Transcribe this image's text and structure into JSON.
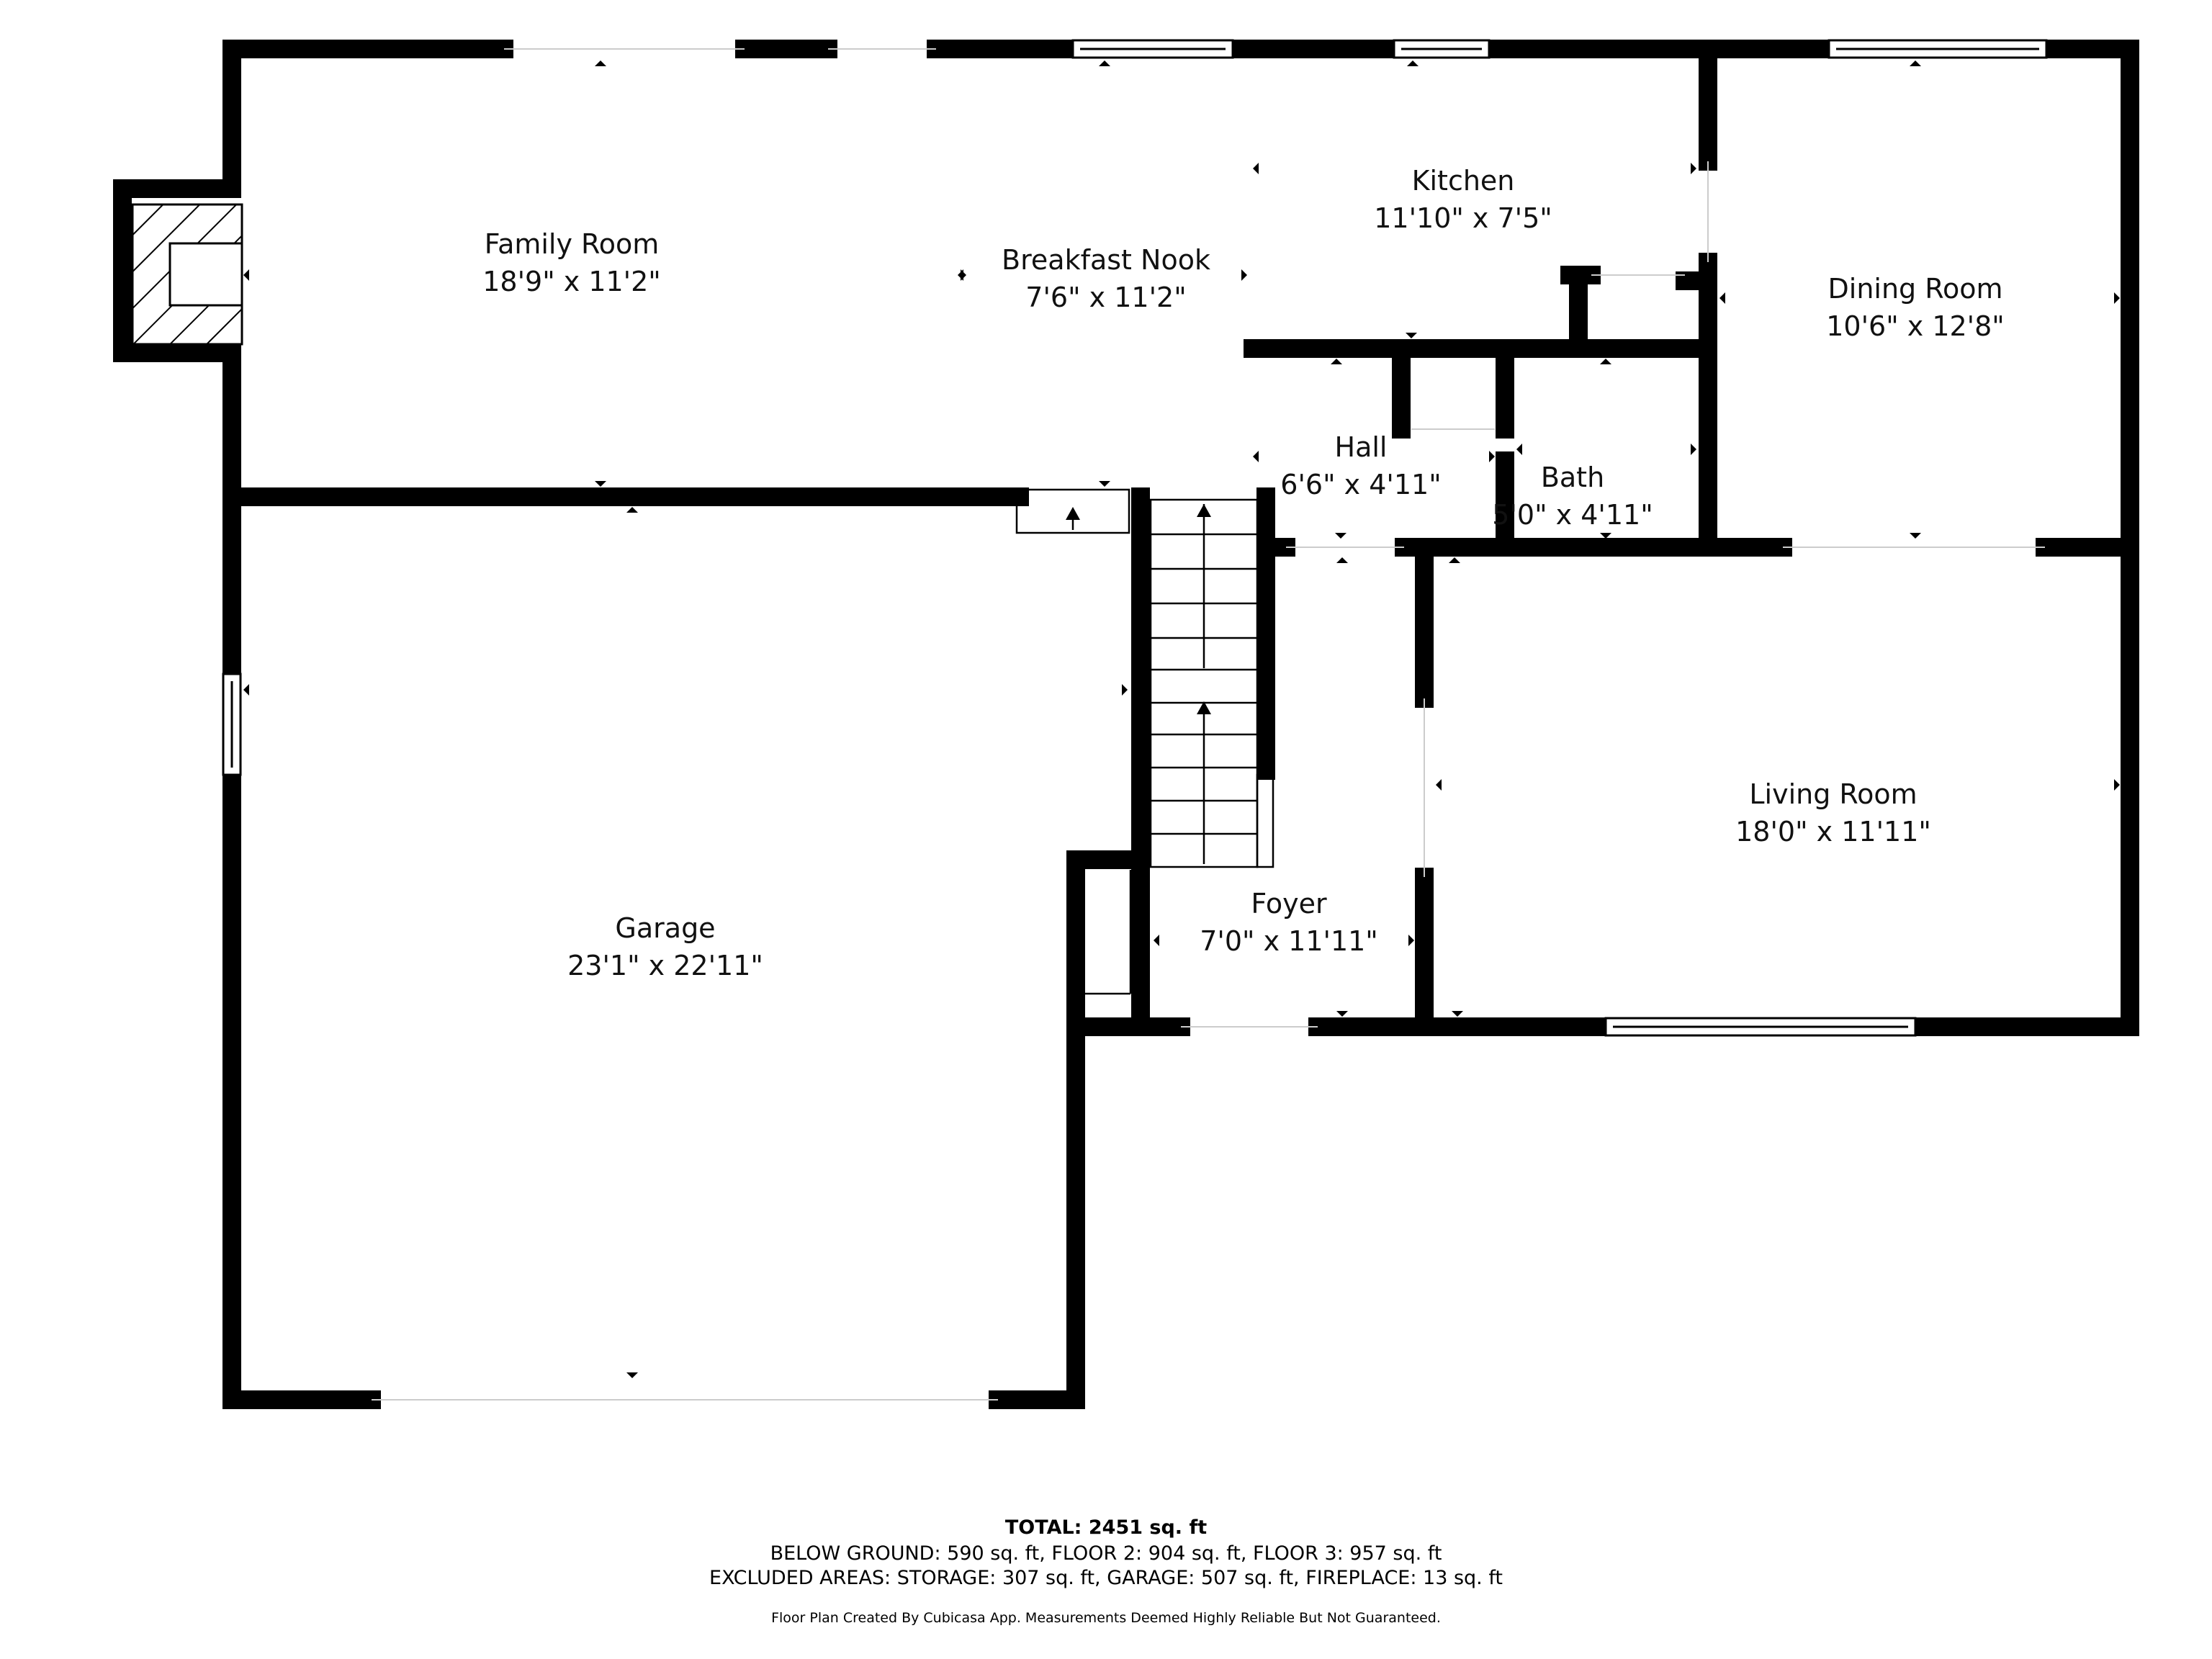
{
  "rooms": {
    "family_room": {
      "name": "Family Room",
      "size": "18'9\" x 11'2\""
    },
    "breakfast_nook": {
      "name": "Breakfast Nook",
      "size": "7'6\" x 11'2\""
    },
    "kitchen": {
      "name": "Kitchen",
      "size": "11'10\" x 7'5\""
    },
    "dining_room": {
      "name": "Dining Room",
      "size": "10'6\" x 12'8\""
    },
    "hall": {
      "name": "Hall",
      "size": "6'6\" x 4'11\""
    },
    "bath": {
      "name": "Bath",
      "size": "5'0\" x 4'11\""
    },
    "living_room": {
      "name": "Living Room",
      "size": "18'0\" x 11'11\""
    },
    "garage": {
      "name": "Garage",
      "size": "23'1\" x 22'11\""
    },
    "foyer": {
      "name": "Foyer",
      "size": "7'0\" x 11'11\""
    }
  },
  "footer": {
    "total": "TOTAL: 2451 sq. ft",
    "floors": "BELOW GROUND: 590 sq. ft, FLOOR 2: 904 sq. ft, FLOOR 3: 957 sq. ft",
    "excluded": "EXCLUDED AREAS: STORAGE: 307 sq. ft, GARAGE: 507 sq. ft, FIREPLACE: 13 sq. ft",
    "credit": "Floor Plan Created By Cubicasa App. Measurements Deemed Highly Reliable But Not Guaranteed."
  },
  "colors": {
    "wall": "#000000",
    "background": "#ffffff",
    "opening": "#cccccc"
  }
}
